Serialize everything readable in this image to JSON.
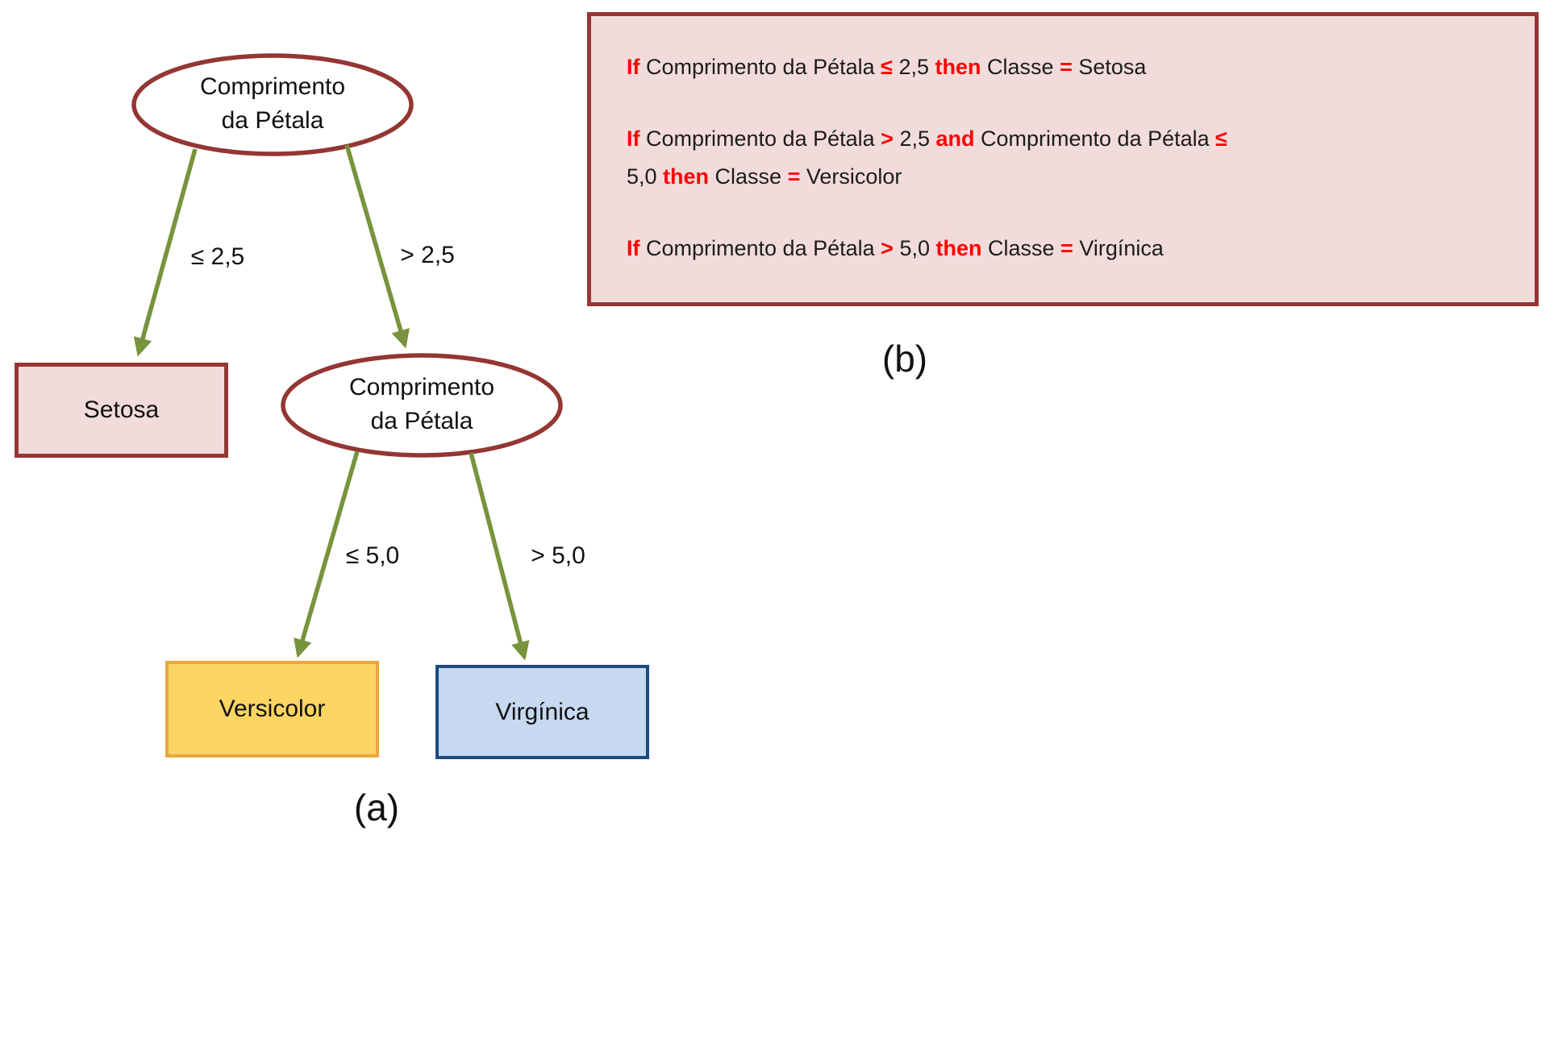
{
  "figure": {
    "caption_a": "(a)",
    "caption_b": "(b)"
  },
  "colors": {
    "node_border_maroon": "#943634",
    "setosa_fill_pink": "#F2DCDB",
    "setosa_border": "#953735",
    "arrow_olive": "#77933C",
    "versicolor_fill_gold": "#FCD462",
    "versicolor_border": "#EDA63E",
    "virginica_fill_blue": "#C6D9F1",
    "virginica_border": "#1F497D",
    "rules_box_fill": "#F2DCDB",
    "rules_box_border": "#953735",
    "keyword_red": "#FF0000"
  },
  "tree": {
    "root": {
      "label": "Comprimento da Pétala"
    },
    "internal": {
      "label": "Comprimento da Pétala"
    },
    "edges": {
      "root_left": "≤ 2,5",
      "root_right": "> 2,5",
      "internal_left": "≤ 5,0",
      "internal_right": "> 5,0"
    },
    "leaves": {
      "setosa": "Setosa",
      "versicolor": "Versicolor",
      "virginica": "Virgínica"
    }
  },
  "rules": {
    "items": [
      {
        "segments": [
          {
            "t": "If ",
            "k": true
          },
          {
            "t": "Comprimento da Pétala "
          },
          {
            "t": "≤",
            "k": true
          },
          {
            "t": " 2,5 "
          },
          {
            "t": "then",
            "k": true
          },
          {
            "t": " Classe "
          },
          {
            "t": "=",
            "k": true
          },
          {
            "t": " Setosa"
          }
        ]
      },
      {
        "segments": [
          {
            "t": "If ",
            "k": true
          },
          {
            "t": "Comprimento da Pétala "
          },
          {
            "t": ">",
            "k": true
          },
          {
            "t": " 2,5 "
          },
          {
            "t": "and",
            "k": true
          },
          {
            "t": " Comprimento da Pétala "
          },
          {
            "t": "≤",
            "k": true
          },
          {
            "t": " 5,0 "
          },
          {
            "t": "then",
            "k": true
          },
          {
            "t": " Classe "
          },
          {
            "t": "=",
            "k": true
          },
          {
            "t": " Versicolor"
          }
        ]
      },
      {
        "segments": [
          {
            "t": "If ",
            "k": true
          },
          {
            "t": "Comprimento da Pétala "
          },
          {
            "t": ">",
            "k": true
          },
          {
            "t": " 5,0 "
          },
          {
            "t": "then",
            "k": true
          },
          {
            "t": " Classe "
          },
          {
            "t": "=",
            "k": true
          },
          {
            "t": " Virgínica"
          }
        ]
      }
    ]
  }
}
